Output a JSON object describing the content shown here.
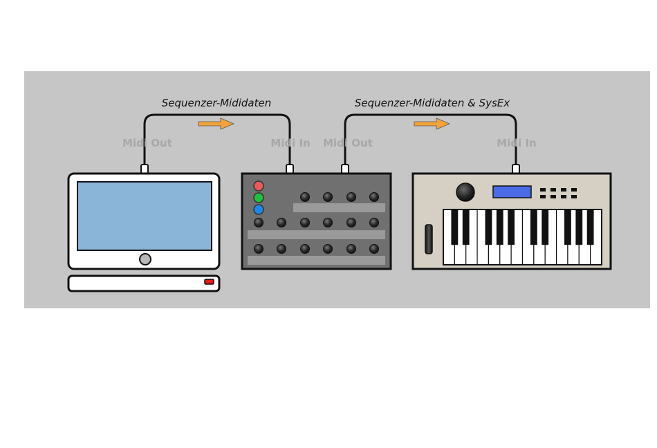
{
  "colors": {
    "panel_background": "#c6c6c6",
    "arrow": "#f2a33a",
    "computer_screen": "#8ab4d8",
    "synth_display": "#4a6ae6",
    "keyboard_body": "#d6d0c4",
    "sequencer_body": "#707070",
    "led_red": "#e85a5a",
    "led_green": "#22c040",
    "led_blue": "#1e88e8",
    "indicator_red": "#e11a1a"
  },
  "devices": {
    "computer": {
      "icon": "computer-icon"
    },
    "sequencer": {
      "icon": "sequencer-controller-icon"
    },
    "keyboard": {
      "icon": "midi-keyboard-synth-icon"
    }
  },
  "connections": [
    {
      "label": "Sequenzer-Mididaten",
      "from_port": "Midi Out",
      "to_port": "Midi In",
      "direction_icon": "arrow-right-icon"
    },
    {
      "label": "Sequenzer-Mididaten & SysEx",
      "from_port": "Midi Out",
      "to_port": "Midi In",
      "direction_icon": "arrow-right-icon"
    }
  ]
}
